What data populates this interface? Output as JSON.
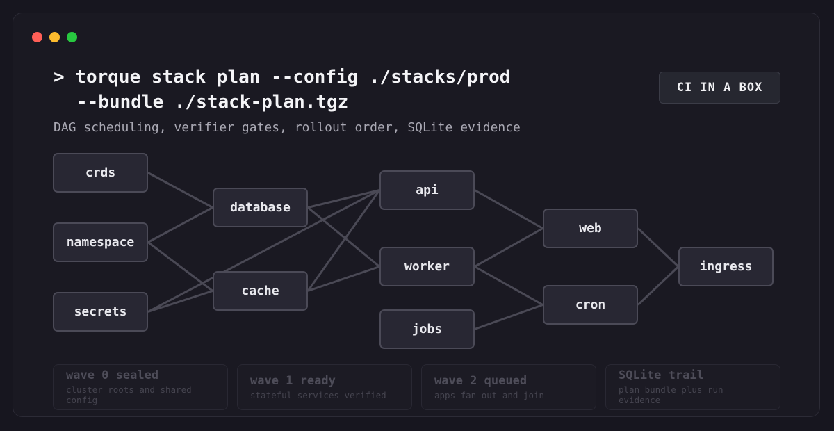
{
  "window": {
    "controls": [
      {
        "name": "close",
        "color": "#ff5f57"
      },
      {
        "name": "minimize",
        "color": "#febc2e"
      },
      {
        "name": "zoom",
        "color": "#28c840"
      }
    ]
  },
  "command": {
    "line1": "> torque stack plan --config ./stacks/prod",
    "line2": "--bundle ./stack-plan.tgz"
  },
  "subtitle": "DAG scheduling, verifier gates, rollout order, SQLite evidence",
  "badge": "CI IN A BOX",
  "graph": {
    "nodes": {
      "crds": "crds",
      "namespace": "namespace",
      "secrets": "secrets",
      "database": "database",
      "cache": "cache",
      "api": "api",
      "worker": "worker",
      "jobs": "jobs",
      "web": "web",
      "cron": "cron",
      "ingress": "ingress"
    },
    "edges": [
      [
        "crds",
        "database"
      ],
      [
        "namespace",
        "database"
      ],
      [
        "namespace",
        "cache"
      ],
      [
        "secrets",
        "cache"
      ],
      [
        "secrets",
        "api"
      ],
      [
        "database",
        "api"
      ],
      [
        "database",
        "worker"
      ],
      [
        "cache",
        "api"
      ],
      [
        "cache",
        "worker"
      ],
      [
        "api",
        "web"
      ],
      [
        "worker",
        "web"
      ],
      [
        "worker",
        "cron"
      ],
      [
        "jobs",
        "cron"
      ],
      [
        "web",
        "ingress"
      ],
      [
        "cron",
        "ingress"
      ]
    ]
  },
  "waves": [
    {
      "title": "wave 0 sealed",
      "desc": "cluster roots and shared config"
    },
    {
      "title": "wave 1 ready",
      "desc": "stateful services verified"
    },
    {
      "title": "wave 2 queued",
      "desc": "apps fan out and join"
    },
    {
      "title": "SQLite trail",
      "desc": "plan bundle plus run evidence"
    }
  ]
}
